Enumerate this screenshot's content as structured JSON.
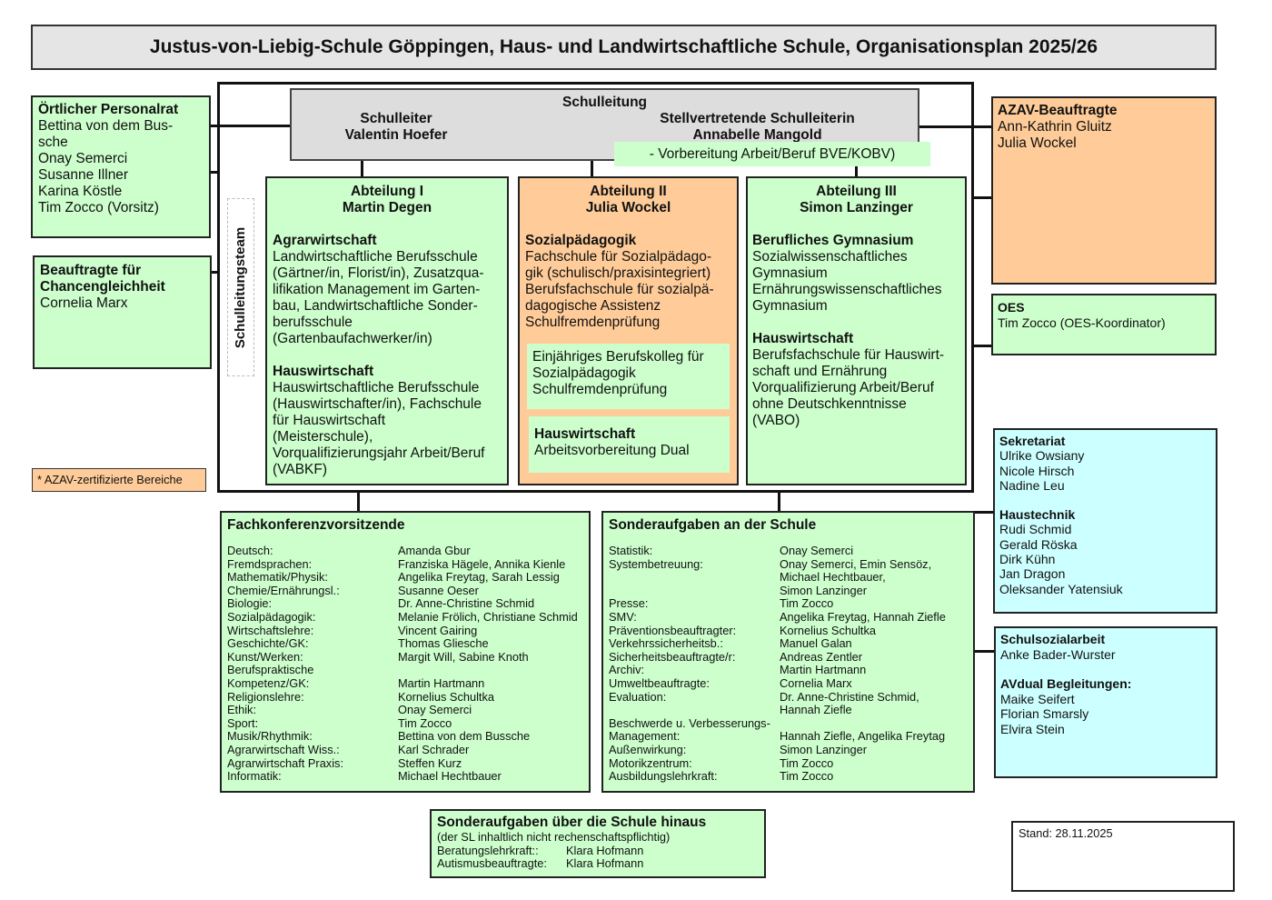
{
  "title": "Justus-von-Liebig-Schule Göppingen, Haus- und Landwirtschaftliche Schule, Organisationsplan 2025/26",
  "schulleitung": {
    "heading": "Schulleitung",
    "leiter_role": "Schulleiter",
    "leiter_name": "Valentin Hoefer",
    "stellv_role": "Stellvertretende Schulleiterin",
    "stellv_name": "Annabelle Mangold",
    "stellv_note": "- Vorbereitung Arbeit/Beruf BVE/KOBV)"
  },
  "schulleitungsteam_label": "Schulleitungsteam",
  "personalrat": {
    "heading": "Örtlicher Personalrat",
    "members": [
      "Bettina von dem Bus-",
      "sche",
      "Onay Semerci",
      "Susanne Illner",
      "Karina Köstle",
      "Tim Zocco (Vorsitz)"
    ]
  },
  "chancengleichheit": {
    "heading_line1": "Beauftragte für",
    "heading_line2": "Chancengleichheit",
    "name": "Cornelia Marx"
  },
  "legend_azav": "* AZAV-zertifizierte Bereiche",
  "abteilung1": {
    "title": "Abteilung I",
    "head": "Martin Degen",
    "sections": [
      {
        "heading": "Agrarwirtschaft",
        "lines": [
          "Landwirtschaftliche Berufsschule",
          "(Gärtner/in, Florist/in), Zusatzqua-",
          "lifikation Management im Garten-",
          "bau, Landwirtschaftliche Sonder-",
          "berufsschule",
          "(Gartenbaufachwerker/in)"
        ]
      },
      {
        "heading": "Hauswirtschaft",
        "lines": [
          "Hauswirtschaftliche Berufsschule",
          "(Hauswirtschafter/in), Fachschule",
          "für Hauswirtschaft",
          "(Meisterschule),",
          "Vorqualifizierungsjahr Arbeit/Beruf",
          "(VABKF)"
        ]
      }
    ]
  },
  "abteilung2": {
    "title": "Abteilung II",
    "head": "Julia Wockel",
    "section": {
      "heading": "Sozialpädagogik",
      "lines": [
        "Fachschule für Sozialpädago-",
        "gik (schulisch/praxisintegriert)",
        "Berufsfachschule für sozialpä-",
        "dagogische Assistenz",
        "Schulfremdenprüfung"
      ]
    },
    "sub1": {
      "lines": [
        "Einjähriges Berufskolleg für",
        "Sozialpädagogik",
        "Schulfremdenprüfung"
      ]
    },
    "sub2": {
      "heading": "Hauswirtschaft",
      "lines": [
        "Arbeitsvorbereitung Dual"
      ]
    }
  },
  "abteilung3": {
    "title": "Abteilung III",
    "head": "Simon Lanzinger",
    "sections": [
      {
        "heading": "Berufliches Gymnasium",
        "lines": [
          "Sozialwissenschaftliches",
          "Gymnasium",
          "Ernährungswissenschaftliches",
          "Gymnasium"
        ]
      },
      {
        "heading": "Hauswirtschaft",
        "lines": [
          "Berufsfachschule für Hauswirt-",
          "schaft und Ernährung",
          "Vorqualifizierung Arbeit/Beruf",
          "ohne Deutschkenntnisse",
          "(VABO)"
        ]
      }
    ]
  },
  "azav": {
    "heading": "AZAV-Beauftragte",
    "members": [
      "Ann-Kathrin Gluitz",
      "Julia Wockel"
    ]
  },
  "oes": {
    "heading": "OES",
    "members": [
      "Tim Zocco (OES-Koordinator)"
    ]
  },
  "sekretariat": {
    "heading": "Sekretariat",
    "members": [
      "Ulrike Owsiany",
      "Nicole Hirsch",
      "Nadine Leu"
    ],
    "heading2": "Haustechnik",
    "members2": [
      "Rudi Schmid",
      "Gerald Röska",
      "Dirk Kühn",
      "Jan Dragon",
      "Oleksander Yatensiuk"
    ]
  },
  "schulsozialarbeit": {
    "heading": "Schulsozialarbeit",
    "members": [
      "Anke Bader-Wurster"
    ],
    "heading2": "AVdual Begleitungen:",
    "members2": [
      "Maike Seifert",
      "Florian Smarsly",
      "Elvira Stein"
    ]
  },
  "fachkonferenz": {
    "heading": "Fachkonferenzvorsitzende",
    "rows": [
      {
        "k": "Deutsch:",
        "v": "Amanda Gbur"
      },
      {
        "k": "Fremdsprachen:",
        "v": "Franziska Hägele, Annika Kienle"
      },
      {
        "k": "Mathematik/Physik:",
        "v": "Angelika Freytag, Sarah Lessig"
      },
      {
        "k": "Chemie/Ernährungsl.:",
        "v": "Susanne Oeser"
      },
      {
        "k": "Biologie:",
        "v": "Dr. Anne-Christine Schmid"
      },
      {
        "k": "Sozialpädagogik:",
        "v": "Melanie Frölich, Christiane Schmid"
      },
      {
        "k": "Wirtschaftslehre:",
        "v": "Vincent Gairing"
      },
      {
        "k": "Geschichte/GK:",
        "v": "Thomas Gliesche"
      },
      {
        "k": "Kunst/Werken:",
        "v": "Margit Will, Sabine Knoth"
      },
      {
        "k": "Berufspraktische",
        "v": ""
      },
      {
        "k": "Kompetenz/GK:",
        "v": "Martin Hartmann"
      },
      {
        "k": "Religionslehre:",
        "v": "Kornelius Schultka"
      },
      {
        "k": "Ethik:",
        "v": "Onay Semerci"
      },
      {
        "k": "Sport:",
        "v": "Tim Zocco"
      },
      {
        "k": "Musik/Rhythmik:",
        "v": "Bettina von dem Bussche"
      },
      {
        "k": "Agrarwirtschaft Wiss.:",
        "v": "Karl Schrader"
      },
      {
        "k": "Agrarwirtschaft Praxis:",
        "v": "Steffen Kurz"
      },
      {
        "k": "Informatik:",
        "v": "Michael Hechtbauer"
      }
    ]
  },
  "sonderaufgaben": {
    "heading": "Sonderaufgaben an der Schule",
    "rows": [
      {
        "k": "Statistik:",
        "v": "Onay Semerci"
      },
      {
        "k": "Systembetreuung:",
        "v": "Onay Semerci, Emin Sensöz,"
      },
      {
        "k": "",
        "v": "Michael Hechtbauer,"
      },
      {
        "k": "",
        "v": "Simon Lanzinger"
      },
      {
        "k": "Presse:",
        "v": "Tim Zocco"
      },
      {
        "k": "SMV:",
        "v": "Angelika Freytag, Hannah Ziefle"
      },
      {
        "k": "Präventionsbeauftragter:",
        "v": "Kornelius Schultka"
      },
      {
        "k": "Verkehrssicherheitsb.:",
        "v": "Manuel Galan"
      },
      {
        "k": "Sicherheitsbeauftragte/r:",
        "v": "Andreas Zentler"
      },
      {
        "k": "Archiv:",
        "v": "Martin Hartmann"
      },
      {
        "k": "Umweltbeauftragte:",
        "v": "Cornelia Marx"
      },
      {
        "k": "Evaluation:",
        "v": "Dr. Anne-Christine Schmid,"
      },
      {
        "k": "",
        "v": "Hannah Ziefle"
      },
      {
        "k": "Beschwerde u. Verbesserungs-",
        "v": ""
      },
      {
        "k": "Management:",
        "v": "Hannah Ziefle, Angelika Freytag"
      },
      {
        "k": "Außenwirkung:",
        "v": "Simon Lanzinger"
      },
      {
        "k": "Motorikzentrum:",
        "v": "Tim Zocco"
      },
      {
        "k": "Ausbildungslehrkraft:",
        "v": "Tim Zocco"
      }
    ]
  },
  "extern": {
    "heading": "Sonderaufgaben über die Schule hinaus",
    "subheading": "(der SL inhaltlich nicht rechenschaftspflichtig)",
    "rows": [
      {
        "k": "Beratungslehrkraft::",
        "v": "Klara Hofmann"
      },
      {
        "k": "Autismusbeauftragte:",
        "v": "Klara Hofmann"
      }
    ]
  },
  "stand": "Stand: 28.11.2025",
  "colors": {
    "green": "#ccffcc",
    "orange": "#ffcc99",
    "cyan": "#ccffff",
    "grey": "#dddddd",
    "title_bg": "#e5e5e5"
  }
}
